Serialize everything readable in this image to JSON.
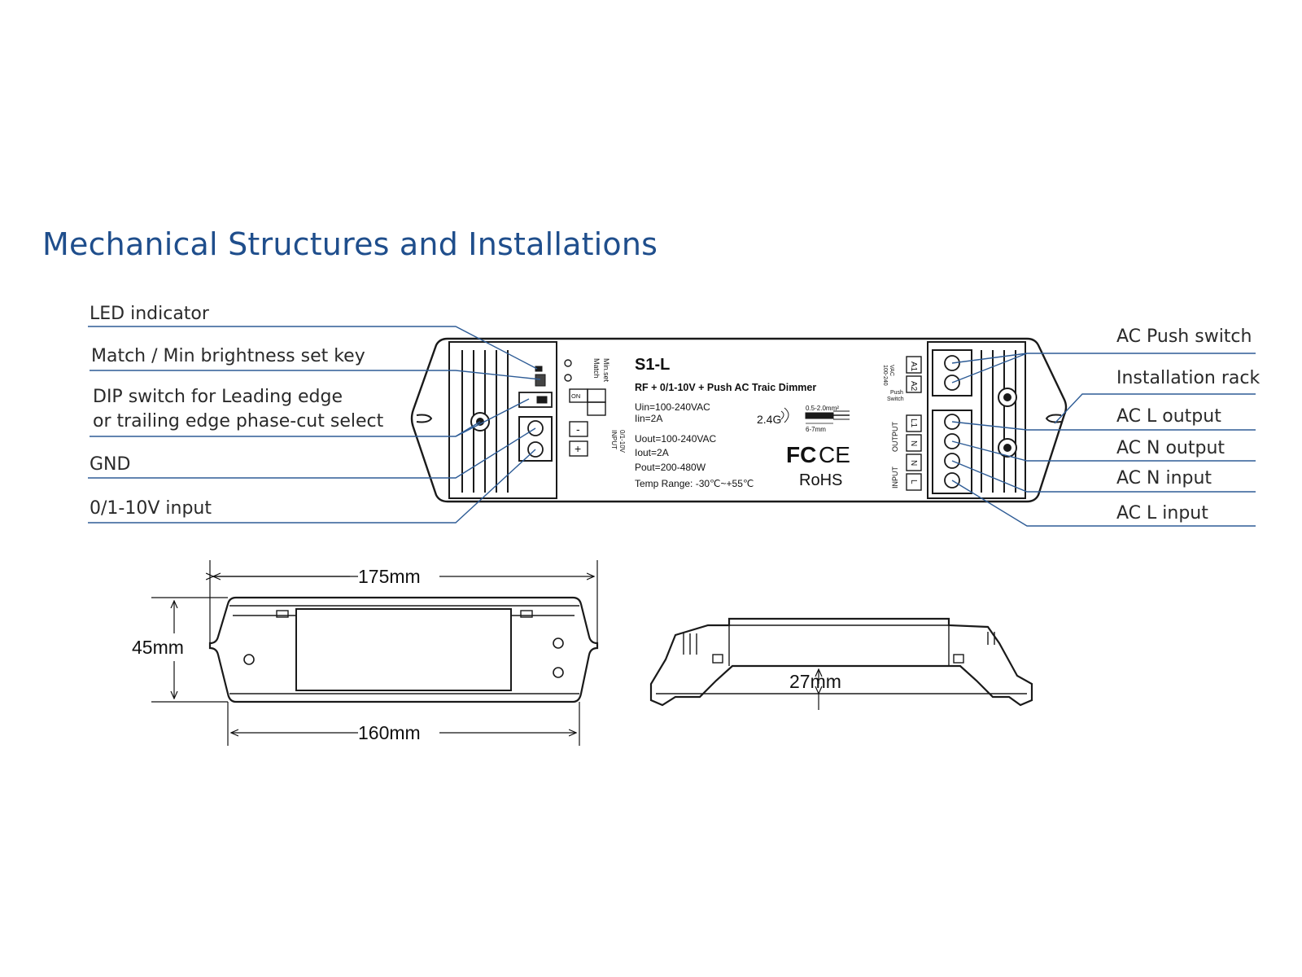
{
  "title": "Mechanical Structures and Installations",
  "colors": {
    "accent": "#1f4e8c",
    "leader": "#2e5c96",
    "outline": "#1a1a1a"
  },
  "callouts_left": [
    "LED indicator",
    "Match / Min brightness set key",
    "DIP switch for Leading edge",
    "or trailing edge phase-cut select",
    "GND",
    "0/1-10V input"
  ],
  "callouts_right": [
    "AC Push switch",
    "Installation rack",
    "AC L output",
    "AC N output",
    "AC N input",
    "AC L input"
  ],
  "label": {
    "model": "S1-L",
    "description": "RF + 0/1-10V + Push AC Traic Dimmer",
    "uin": "Uin=100-240VAC",
    "iin": "Iin=2A",
    "uout": "Uout=100-240VAC",
    "iout": "Iout=2A",
    "pout": "Pout=200-480W",
    "temp": "Temp Range: -30℃~+55℃",
    "rf": "2.4G",
    "wire": "0.5-2.0mm²",
    "strip": "6-7mm",
    "fc": "FC",
    "ce": "CE",
    "rohs": "RoHS",
    "match": "Match",
    "min_set": "Min.set",
    "on": "ON",
    "minus": "-",
    "plus": "+",
    "input_010": "INPUT",
    "input_010_sub": "0/1-10V",
    "vac": "100-240",
    "vac_sub": "VAC",
    "push": "Push",
    "push_sub": "Switch",
    "output": "OUTPUT",
    "input": "INPUT",
    "a1": "A1",
    "a2": "A2",
    "l1": "L1",
    "n": "N",
    "l": "L"
  },
  "dimensions": {
    "length_total": "175mm",
    "length_body": "160mm",
    "width": "45mm",
    "height": "27mm"
  }
}
